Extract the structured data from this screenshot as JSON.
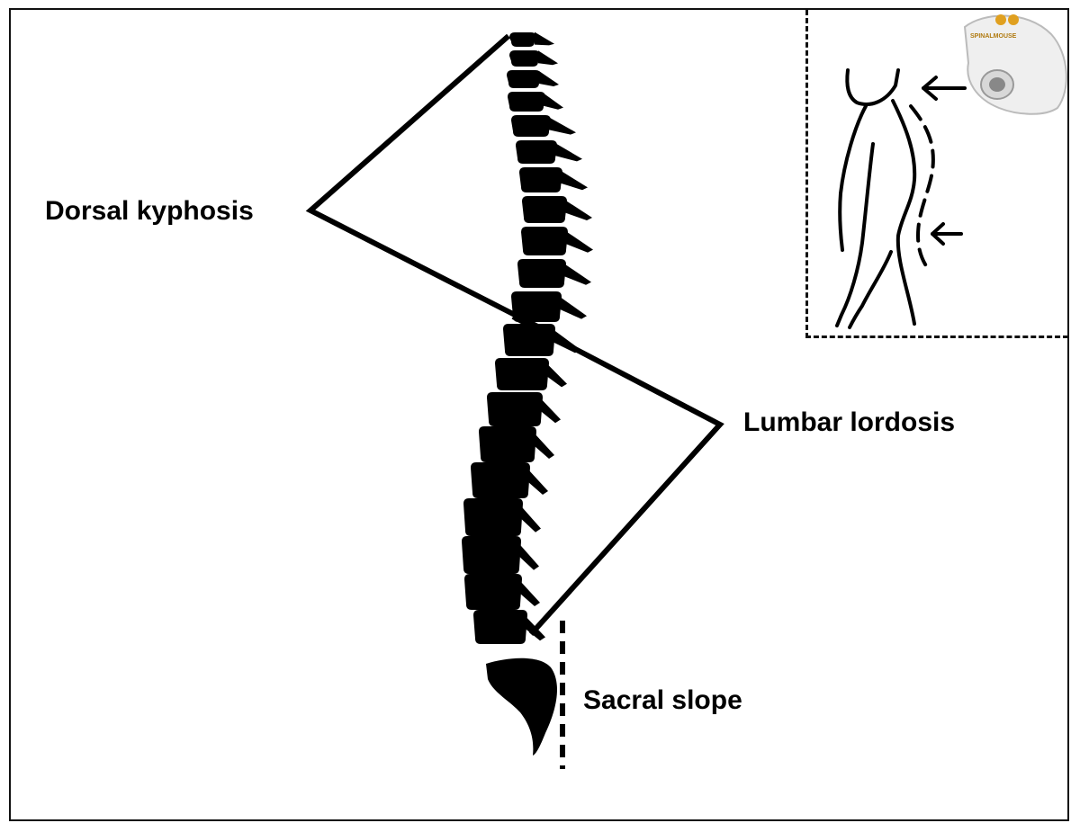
{
  "labels": {
    "dorsal_kyphosis": "Dorsal kyphosis",
    "lumbar_lordosis": "Lumbar lordosis",
    "sacral_slope": "Sacral slope"
  },
  "device": {
    "brand_text": "SPINALMOUSE"
  },
  "colors": {
    "ink": "#000000",
    "device_body": "#eeeeee",
    "device_accent": "#e0a020"
  }
}
